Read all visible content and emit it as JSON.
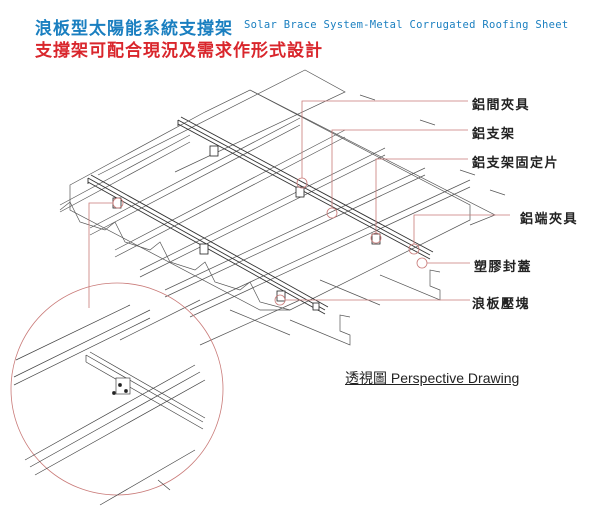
{
  "header": {
    "title_zh": "浪板型太陽能系統支撐架",
    "title_en": "Solar Brace System-Metal Corrugated Roofing Sheet",
    "subtitle": "支撐架可配合現況及需求作形式設計"
  },
  "callouts": [
    {
      "id": "aluminum-mid-clamp",
      "label": "鋁間夾具"
    },
    {
      "id": "aluminum-rail",
      "label": "鋁支架"
    },
    {
      "id": "aluminum-rail-fixing-plate",
      "label": "鋁支架固定片"
    },
    {
      "id": "aluminum-end-clamp",
      "label": "鋁端夾具"
    },
    {
      "id": "plastic-end-cap",
      "label": "塑膠封蓋"
    },
    {
      "id": "corrugated-sheet-clamp-block",
      "label": "浪板壓塊"
    }
  ],
  "caption": "透視圖 Perspective Drawing",
  "colors": {
    "title_blue": "#1a7fc0",
    "subtitle_red": "#d9262c",
    "leader_line": "#c97a78",
    "drawing_line": "#555555"
  }
}
